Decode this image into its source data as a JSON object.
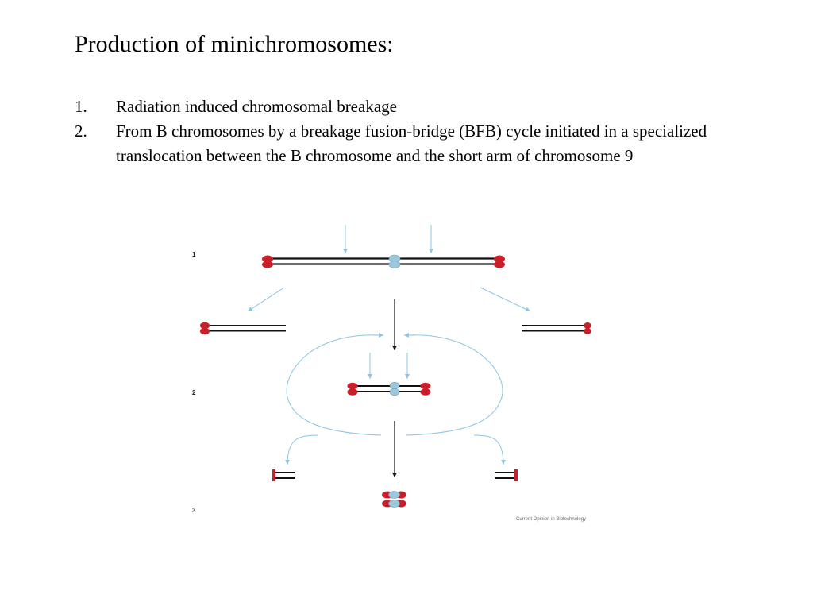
{
  "slide": {
    "title": "Production of minichromosomes:",
    "items": [
      {
        "number": "1.",
        "text": "Radiation induced chromosomal breakage"
      },
      {
        "number": "2.",
        "text": "From B chromosomes by a breakage fusion-bridge (BFB) cycle initiated in a specialized translocation between the B chromosome and the short arm of chromosome 9"
      }
    ]
  },
  "figure": {
    "stage_labels": [
      "1",
      "2",
      "3"
    ],
    "source_credit": "Current Opinion in Biotechnology",
    "colors": {
      "telomere": "#c8202a",
      "centromere": "#9cc7dc",
      "chromatid": "#111111",
      "blue_arrow": "#8ec5e0",
      "black_arrow": "#111111"
    }
  }
}
